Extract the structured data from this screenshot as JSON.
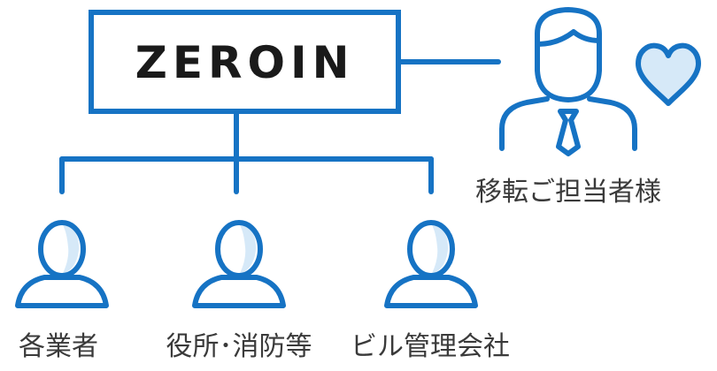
{
  "company": {
    "name": "ZEROIN"
  },
  "client": {
    "label": "移転ご担当者様"
  },
  "parties": [
    {
      "label": "各業者"
    },
    {
      "label": "役所･消防等"
    },
    {
      "label": "ビル管理会社"
    }
  ],
  "colors": {
    "primary": "#1673c4",
    "highlight": "#d6e9f8",
    "text": "#3a3a3a",
    "logo_text": "#1a1a1a",
    "background": "#ffffff"
  },
  "icons": {
    "client": "businessman-icon",
    "heart": "heart-icon",
    "person": "person-icon"
  }
}
